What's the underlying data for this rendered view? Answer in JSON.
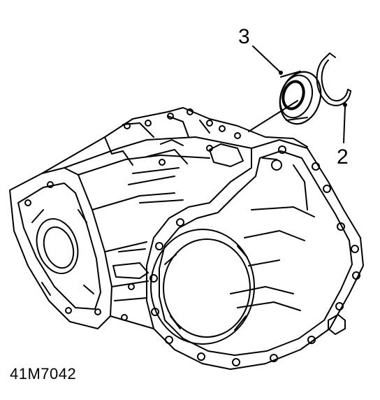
{
  "callouts": {
    "bearing": "3",
    "snap_ring": "2"
  },
  "figure_id": "41M7042",
  "colors": {
    "line": "#000000",
    "background": "#ffffff"
  }
}
